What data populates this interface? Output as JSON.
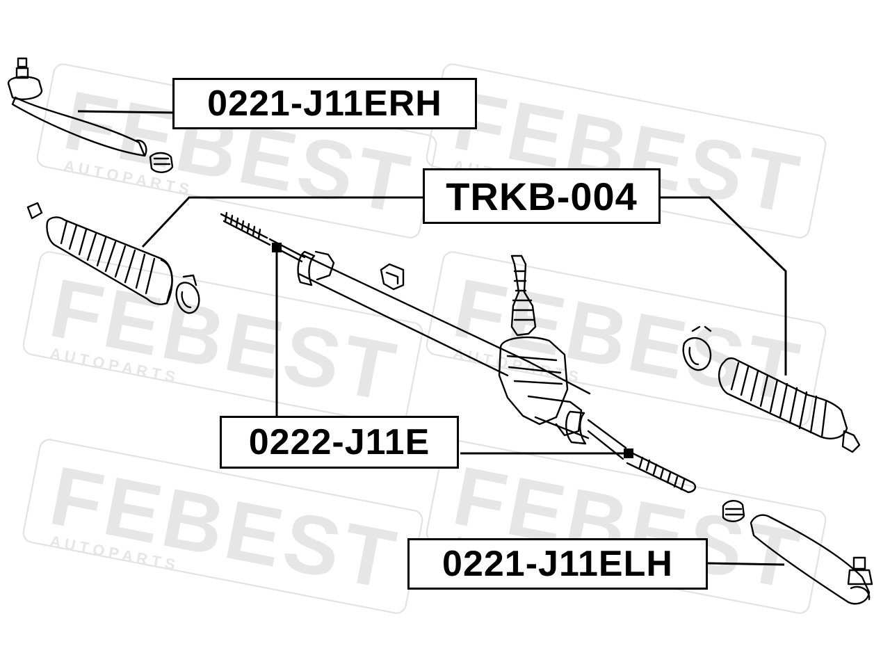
{
  "watermark": {
    "brand": "FEBEST",
    "tagline": "A U T O   P A R T S"
  },
  "labels": {
    "tie_rod_end_rh": "0221-J11ERH",
    "boot_kit": "TRKB-004",
    "inner_tie_rod": "0222-J11E",
    "tie_rod_end_lh": "0221-J11ELH"
  },
  "colors": {
    "line": "#000000",
    "watermark": "#e2e2e2",
    "background": "#ffffff"
  }
}
